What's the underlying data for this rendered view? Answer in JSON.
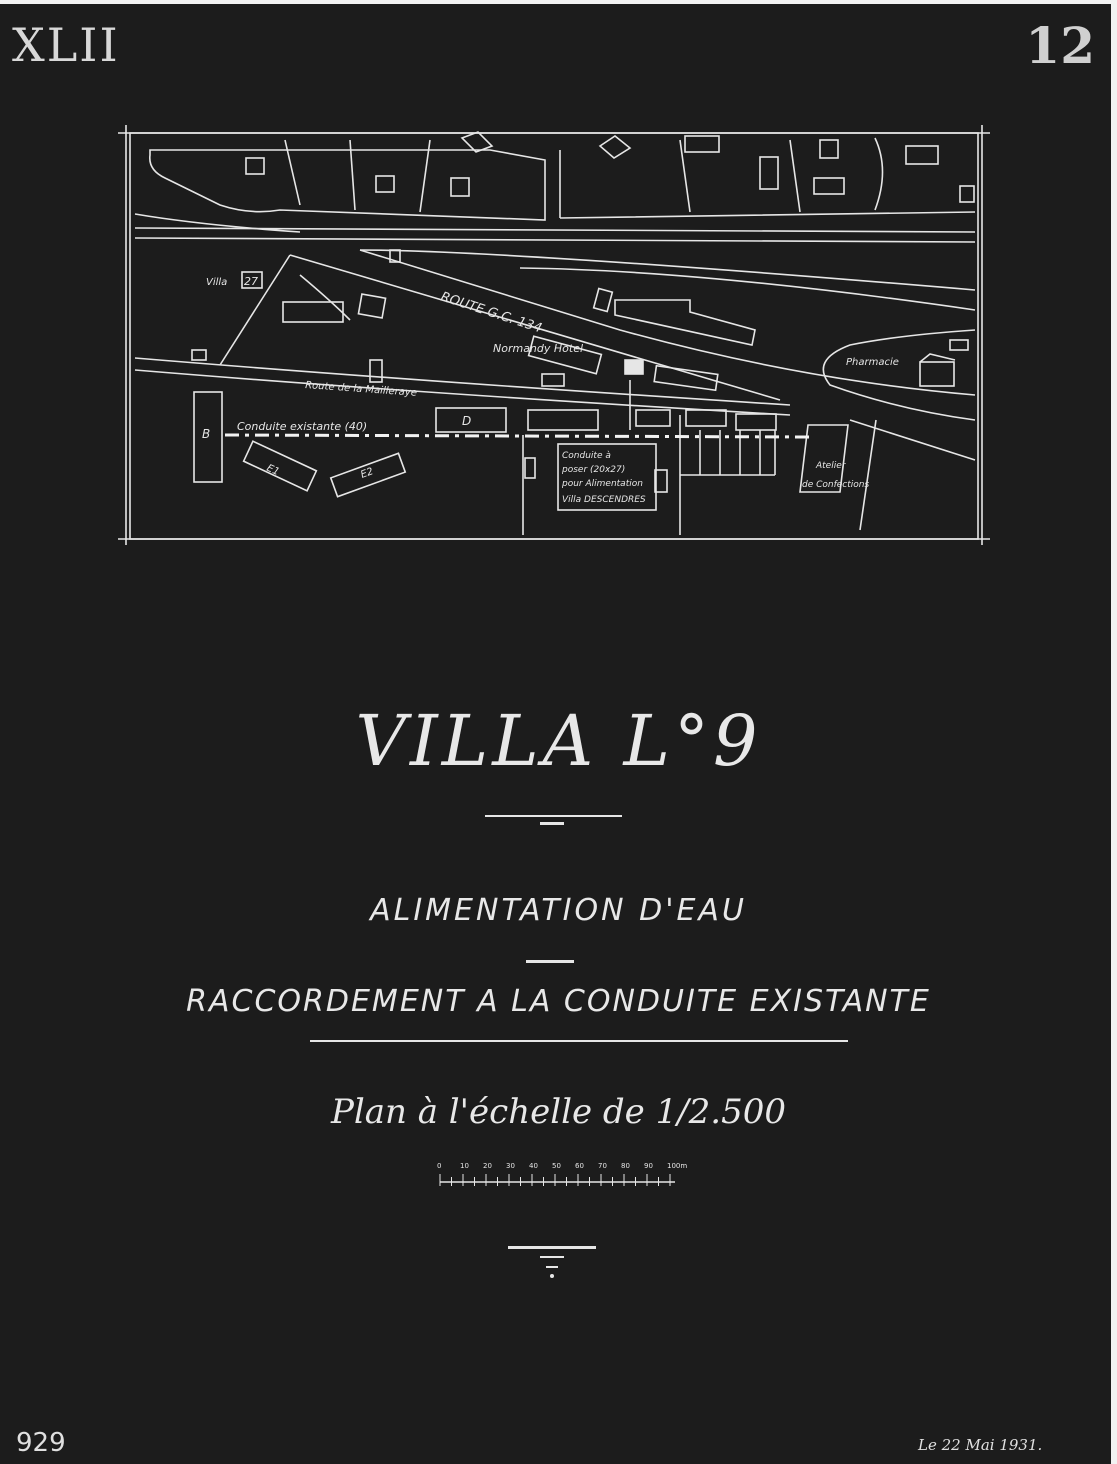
{
  "sheet": {
    "roman_number": "XLII",
    "page_number": "12",
    "archive_number": "929",
    "date": "Le 22 Mai 1931."
  },
  "map": {
    "labels": {
      "villa": "Villa",
      "villa_number": "27",
      "route_gc": "ROUTE G.C. 134",
      "normandy_hotel": "Normandy Hotel",
      "pharmacie": "Pharmacie",
      "route_mailleraye": "Route de la Mailleraye",
      "conduite_existante": "Conduite existante (40)",
      "building_b": "B",
      "building_d": "D",
      "building_e1": "E1",
      "building_e2": "E2",
      "conduite_poser_1": "Conduite à",
      "conduite_poser_2": "poser (20x27)",
      "conduite_poser_3": "pour Alimentation",
      "conduite_poser_4": "Villa DESCENDRES",
      "atelier_1": "Atelier",
      "atelier_2": "de Confections"
    }
  },
  "title": {
    "main": "VILLA L°9",
    "line1": "ALIMENTATION D'EAU",
    "line2": "RACCORDEMENT A LA CONDUITE EXISTANTE",
    "line3": "Plan à l'échelle de 1/2.500"
  },
  "scale_bar": {
    "ticks": [
      "0",
      "10",
      "20",
      "30",
      "40",
      "50",
      "60",
      "70",
      "80",
      "90",
      "100m"
    ]
  }
}
